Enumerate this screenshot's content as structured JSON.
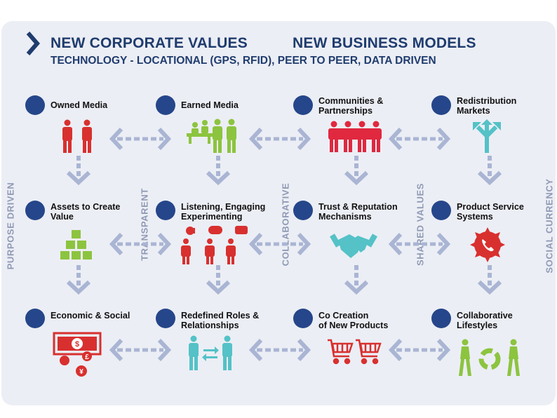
{
  "header": {
    "title_left": "NEW CORPORATE VALUES",
    "title_right": "NEW BUSINESS MODELS",
    "subtitle": "TECHNOLOGY - LOCATIONAL (GPS, RFID), PEER TO PEER, DATA DRIVEN"
  },
  "side_labels": [
    "PURPOSE DRIVEN",
    "TRANSPARENT",
    "COLLABORATIVE",
    "SHARED VALUES",
    "SOCIAL CURRENCY"
  ],
  "nodes": {
    "r1": [
      {
        "line1": "Owned Media",
        "line2": ""
      },
      {
        "line1": "Earned Media",
        "line2": ""
      },
      {
        "line1": "Communities &",
        "line2": "Partnerships"
      },
      {
        "line1": "Redistribution",
        "line2": "Markets"
      }
    ],
    "r2": [
      {
        "line1": "Assets to Create",
        "line2": "Value"
      },
      {
        "line1": "Listening, Engaging",
        "line2": "Experimenting"
      },
      {
        "line1": "Trust & Reputation",
        "line2": "Mechanisms"
      },
      {
        "line1": "Product Service",
        "line2": "Systems"
      }
    ],
    "r3": [
      {
        "line1": "Economic & Social",
        "line2": ""
      },
      {
        "line1": "Redefined Roles &",
        "line2": "Relationships"
      },
      {
        "line1": "Co Creation",
        "line2": "of New Products"
      },
      {
        "line1": "Collaborative",
        "line2": "Lifestyles"
      }
    ]
  },
  "icons": {
    "r1": [
      "two-people-icon",
      "people-at-table-icon",
      "group-of-people-icon",
      "diverging-arrows-icon"
    ],
    "r2": [
      "stacked-blocks-icon",
      "people-with-speech-bubbles-icon",
      "handshake-icon",
      "phone-badge-icon"
    ],
    "r3": [
      "money-currency-icon",
      "role-exchange-icon",
      "shopping-carts-icon",
      "recycle-people-icon"
    ]
  },
  "colors": {
    "heading": "#1f3c6e",
    "node_dot": "#25468a",
    "arrow": "#a9b5d3",
    "panel": "#eceef5",
    "red": "#d8302f",
    "green": "#8cc43f",
    "teal": "#54c2c7"
  }
}
